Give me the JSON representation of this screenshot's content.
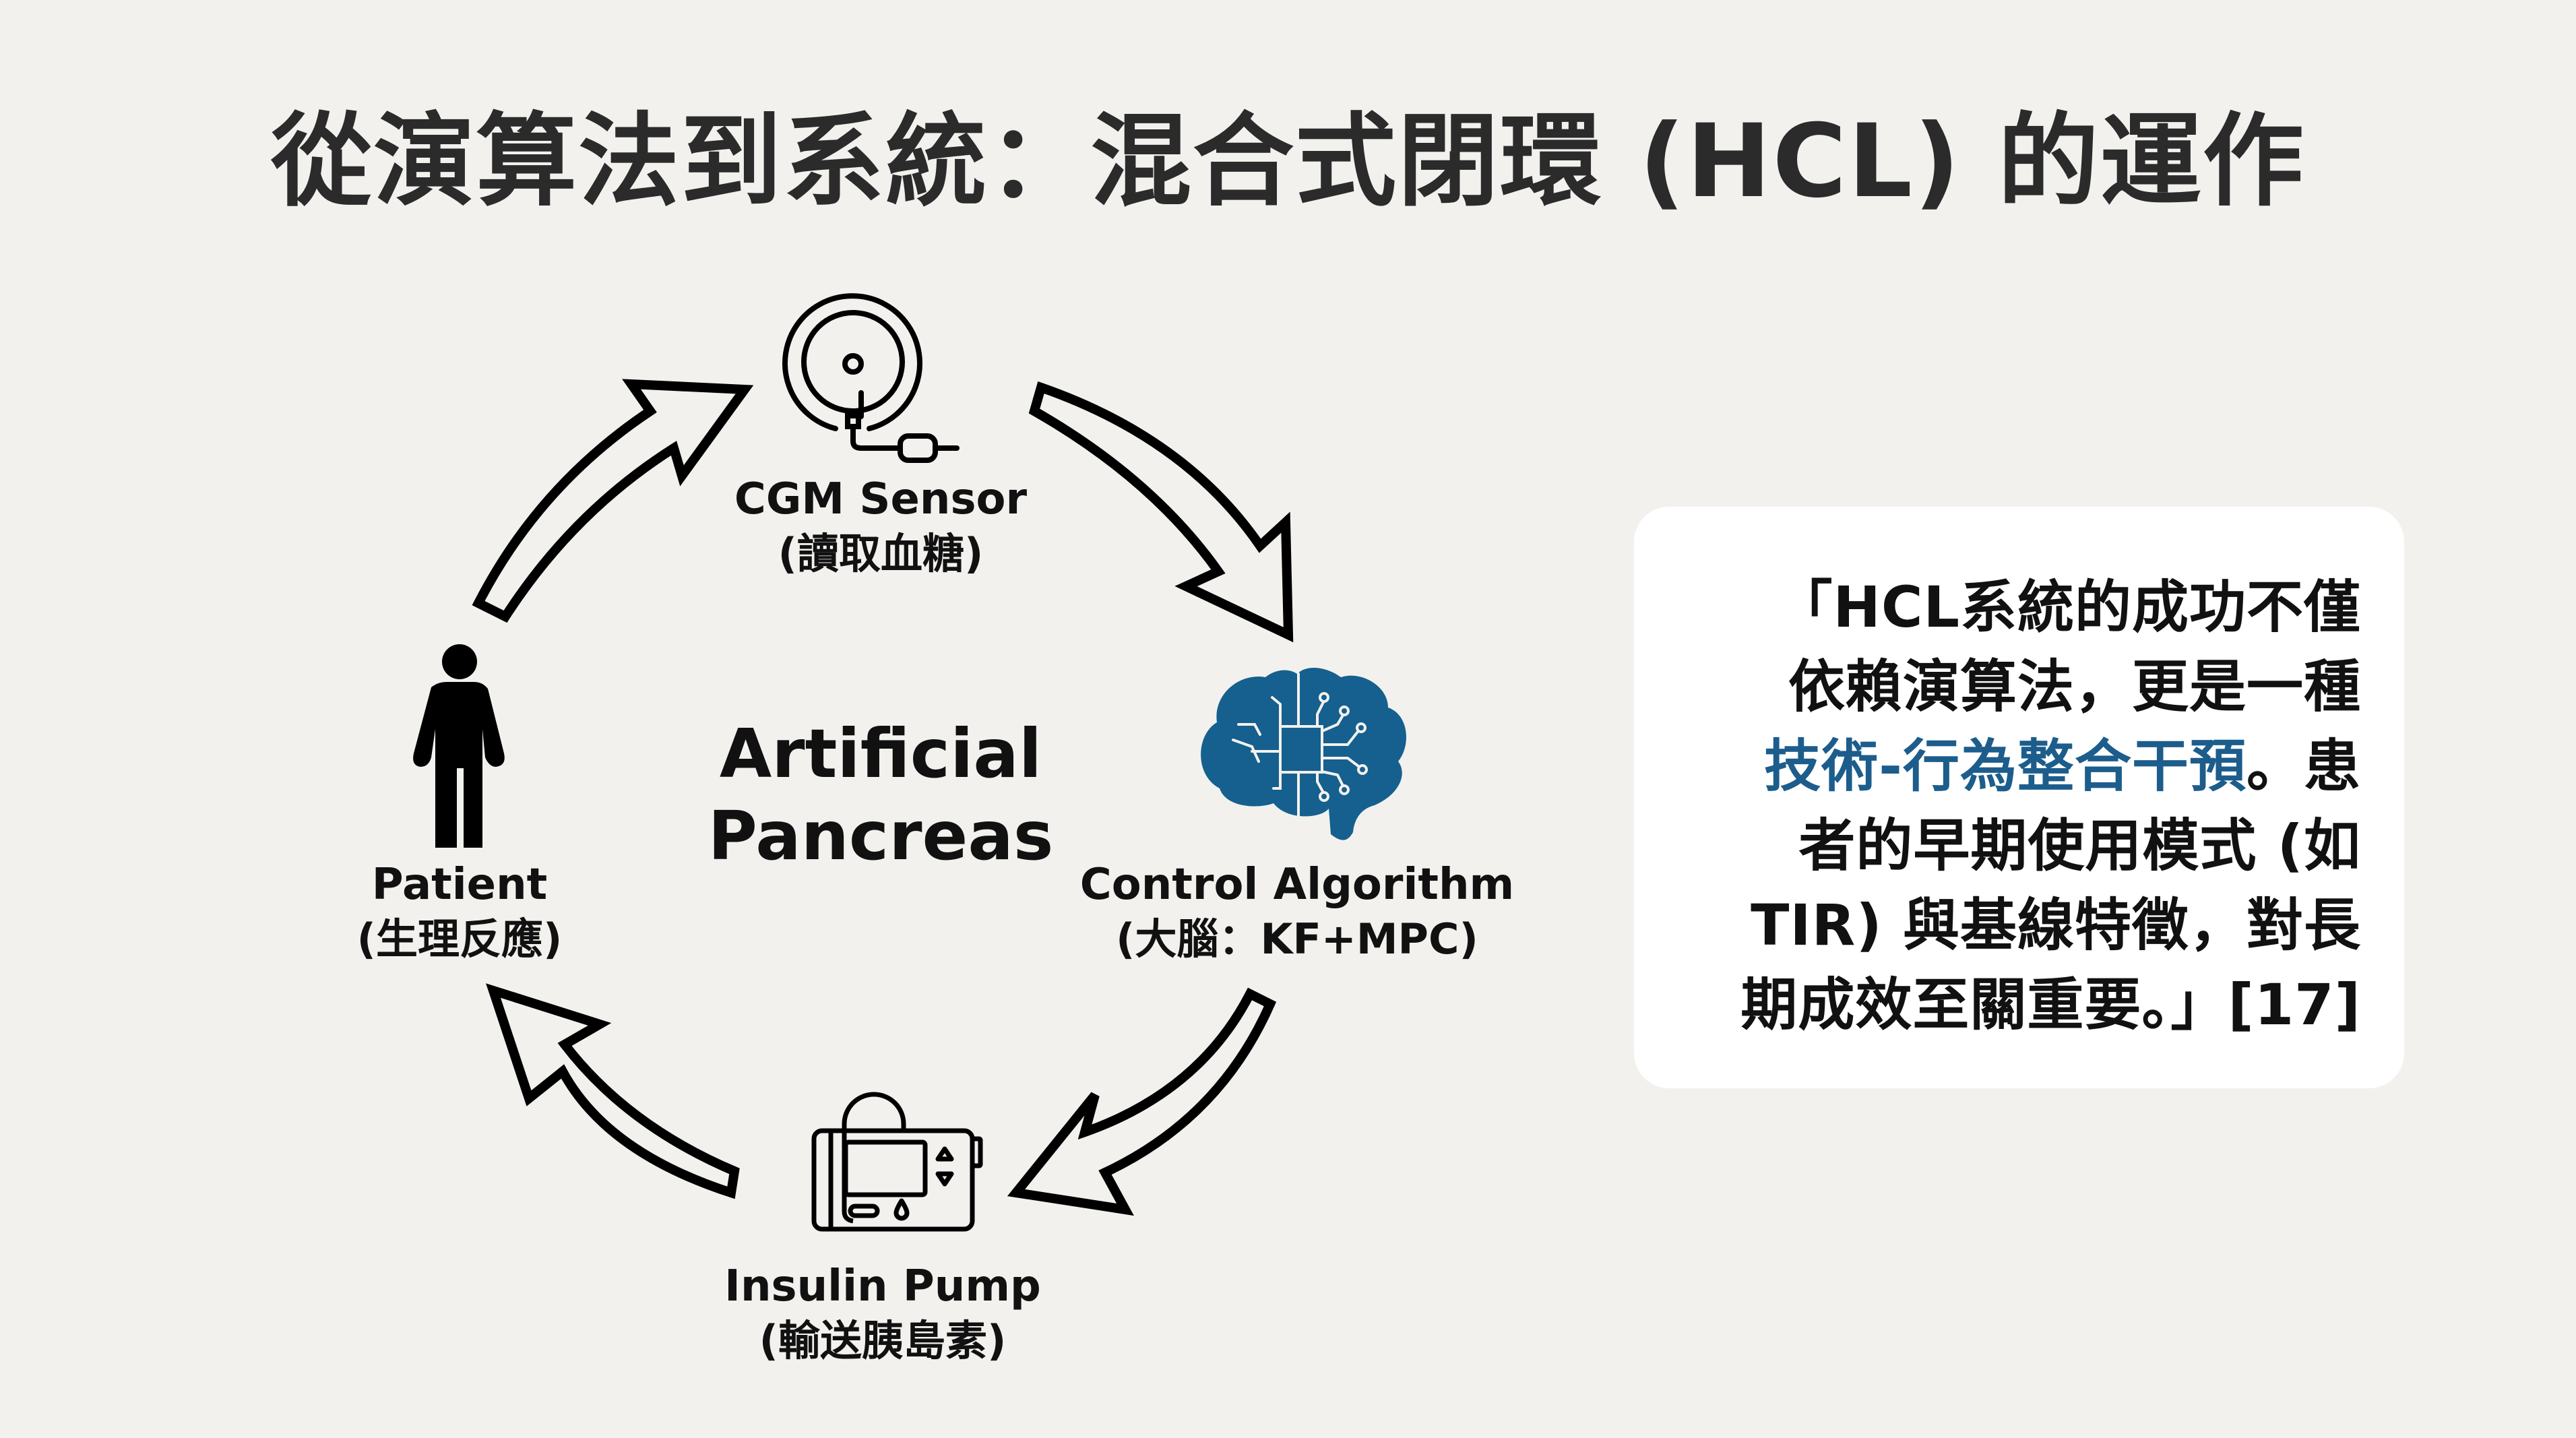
{
  "slide": {
    "title": "從演算法到系統：混合式閉環 (HCL) 的運作",
    "colors": {
      "background": "#f3f1ed",
      "text": "#111111",
      "accent_blue": "#15608f",
      "highlight_text": "#1c5d8c",
      "card": "#ffffff"
    }
  },
  "diagram": {
    "center": {
      "line1": "Artificial",
      "line2": "Pancreas"
    },
    "nodes": [
      {
        "id": "cgm",
        "icon": "cgm-sensor-icon",
        "label_en": "CGM Sensor",
        "label_zh": "(讀取血糖)"
      },
      {
        "id": "algorithm",
        "icon": "brain-chip-icon",
        "label_en": "Control Algorithm",
        "label_zh": "(大腦：KF+MPC)"
      },
      {
        "id": "pump",
        "icon": "insulin-pump-icon",
        "label_en": "Insulin Pump",
        "label_zh": "(輸送胰島素)"
      },
      {
        "id": "patient",
        "icon": "person-icon",
        "label_en": "Patient",
        "label_zh": "(生理反應)"
      }
    ],
    "edges": [
      {
        "from": "patient",
        "to": "cgm"
      },
      {
        "from": "cgm",
        "to": "algorithm"
      },
      {
        "from": "algorithm",
        "to": "pump"
      },
      {
        "from": "pump",
        "to": "patient"
      }
    ]
  },
  "quote": {
    "lines": [
      [
        {
          "text": "「HCL系統的成功不僅"
        }
      ],
      [
        {
          "text": "依賴演算法，更是一種"
        }
      ],
      [
        {
          "text": "技術-行為整合干預",
          "highlight": true
        },
        {
          "text": "。患"
        }
      ],
      [
        {
          "text": "者的早期使用模式 (如"
        }
      ],
      [
        {
          "text": "TIR) 與基線特徵，對長"
        }
      ],
      [
        {
          "text": "期成效至關重要。」[17]"
        }
      ]
    ]
  }
}
